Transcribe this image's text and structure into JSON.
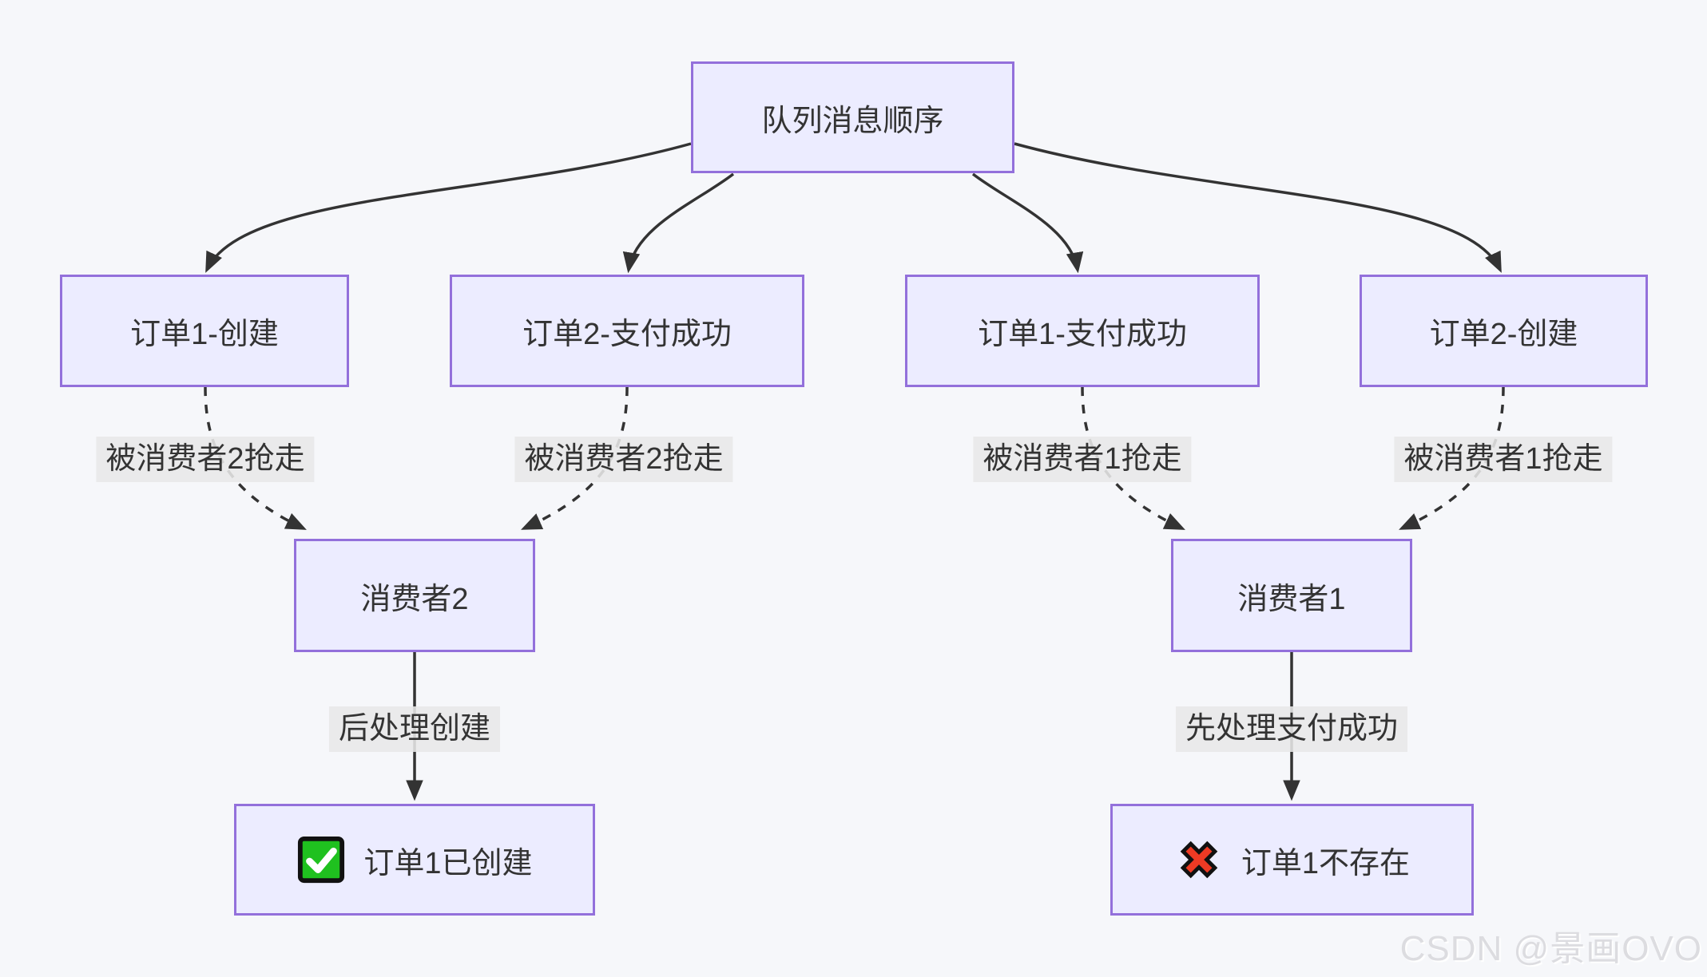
{
  "diagram": {
    "nodes": {
      "root": {
        "label": "队列消息顺序"
      },
      "order1_create": {
        "label": "订单1-创建"
      },
      "order2_pay_success": {
        "label": "订单2-支付成功"
      },
      "order1_pay_success": {
        "label": "订单1-支付成功"
      },
      "order2_create": {
        "label": "订单2-创建"
      },
      "consumer2": {
        "label": "消费者2"
      },
      "consumer1": {
        "label": "消费者1"
      },
      "result_created": {
        "label": "订单1已创建",
        "icon": "check-mark-button-icon"
      },
      "result_not_exist": {
        "label": "订单1不存在",
        "icon": "cross-mark-icon"
      }
    },
    "edge_labels": {
      "order1_create_to_consumer2": "被消费者2抢走",
      "order2_pay_to_consumer2": "被消费者2抢走",
      "order1_pay_to_consumer1": "被消费者1抢走",
      "order2_create_to_consumer1": "被消费者1抢走",
      "consumer2_to_result": "后处理创建",
      "consumer1_to_result": "先处理支付成功"
    },
    "colors": {
      "background": "#f6f7fa",
      "node_fill": "#ECECFF",
      "node_border": "#9370DB",
      "edge_line": "#333333",
      "edge_label_bg": "#e8e8e8",
      "text": "#333333",
      "check_green": "#1fc11f",
      "cross_red": "#ee3a24",
      "watermark": "#dcdce0"
    },
    "watermark": "CSDN @景画OVO"
  }
}
